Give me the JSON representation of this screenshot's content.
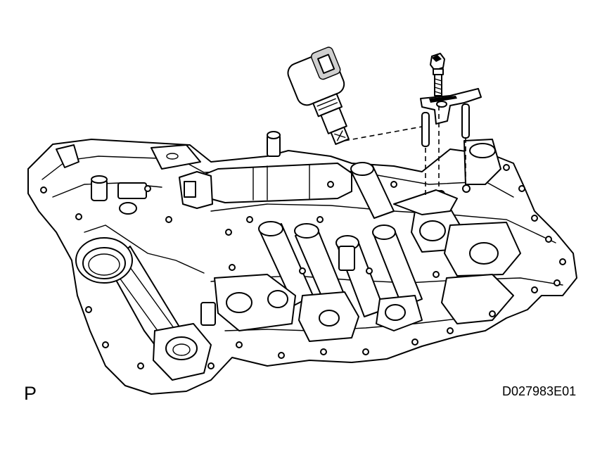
{
  "figure": {
    "view_letter": "P",
    "code": "D027983E01"
  },
  "parts": [
    {
      "name": "valve-body",
      "icon": "valve-body-icon"
    },
    {
      "name": "solenoid-valve",
      "icon": "solenoid-icon"
    },
    {
      "name": "bolt",
      "icon": "bolt-icon"
    },
    {
      "name": "lock-plate",
      "icon": "lock-plate-icon"
    },
    {
      "name": "pin",
      "icon": "pin-icon"
    }
  ],
  "colors": {
    "line": "#000000",
    "background": "#ffffff"
  }
}
